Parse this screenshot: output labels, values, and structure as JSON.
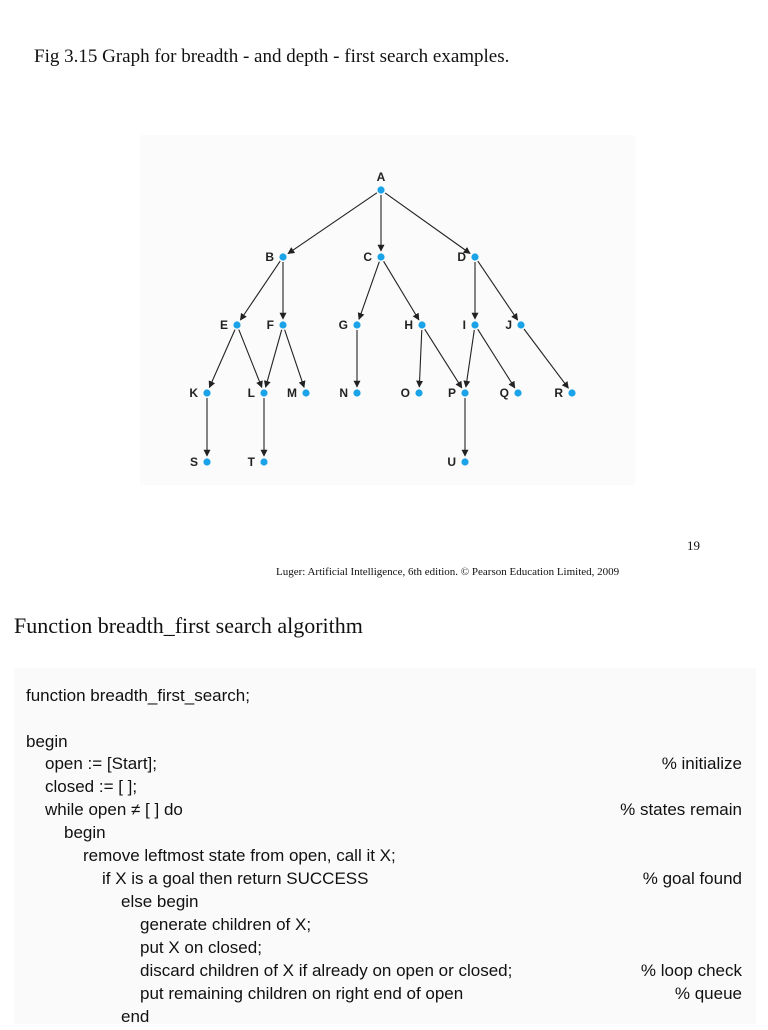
{
  "caption": "Fig 3.15 Graph for breadth - and depth - first search examples.",
  "graph": {
    "nodes": [
      "A",
      "B",
      "C",
      "D",
      "E",
      "F",
      "G",
      "H",
      "I",
      "J",
      "K",
      "L",
      "M",
      "N",
      "O",
      "P",
      "Q",
      "R",
      "S",
      "T",
      "U"
    ],
    "edges": [
      [
        "A",
        "B"
      ],
      [
        "A",
        "C"
      ],
      [
        "A",
        "D"
      ],
      [
        "B",
        "E"
      ],
      [
        "B",
        "F"
      ],
      [
        "C",
        "G"
      ],
      [
        "C",
        "H"
      ],
      [
        "D",
        "I"
      ],
      [
        "D",
        "J"
      ],
      [
        "E",
        "K"
      ],
      [
        "E",
        "L"
      ],
      [
        "F",
        "L"
      ],
      [
        "F",
        "M"
      ],
      [
        "G",
        "N"
      ],
      [
        "H",
        "O"
      ],
      [
        "H",
        "P"
      ],
      [
        "I",
        "P"
      ],
      [
        "I",
        "Q"
      ],
      [
        "J",
        "R"
      ],
      [
        "K",
        "S"
      ],
      [
        "L",
        "T"
      ],
      [
        "P",
        "U"
      ]
    ],
    "node_color": "#1aa3e8",
    "edge_color": "#222222"
  },
  "page_number": "19",
  "citation": "Luger: Artificial Intelligence, 6th edition. © Pearson Education Limited, 2009",
  "section_title": "Function breadth_first search algorithm",
  "code": {
    "lines": [
      {
        "text": "function breadth_first_search;",
        "comment": ""
      },
      {
        "text": "",
        "comment": ""
      },
      {
        "text": "begin",
        "comment": ""
      },
      {
        "text": "open := [Start];",
        "comment": "% initialize"
      },
      {
        "text": "closed := [ ];",
        "comment": ""
      },
      {
        "text": "while open ≠ [ ] do",
        "comment": "% states remain"
      },
      {
        "text": "begin",
        "comment": ""
      },
      {
        "text": "remove leftmost state from open, call it X;",
        "comment": ""
      },
      {
        "text": "if X is a goal then return SUCCESS",
        "comment": "% goal found"
      },
      {
        "text": "else begin",
        "comment": ""
      },
      {
        "text": "generate children of X;",
        "comment": ""
      },
      {
        "text": "put X on closed;",
        "comment": ""
      },
      {
        "text": "discard children of X if already on open or closed;",
        "comment": "% loop check"
      },
      {
        "text": "put remaining children on right end of open",
        "comment": "% queue"
      },
      {
        "text": "end",
        "comment": ""
      }
    ]
  }
}
